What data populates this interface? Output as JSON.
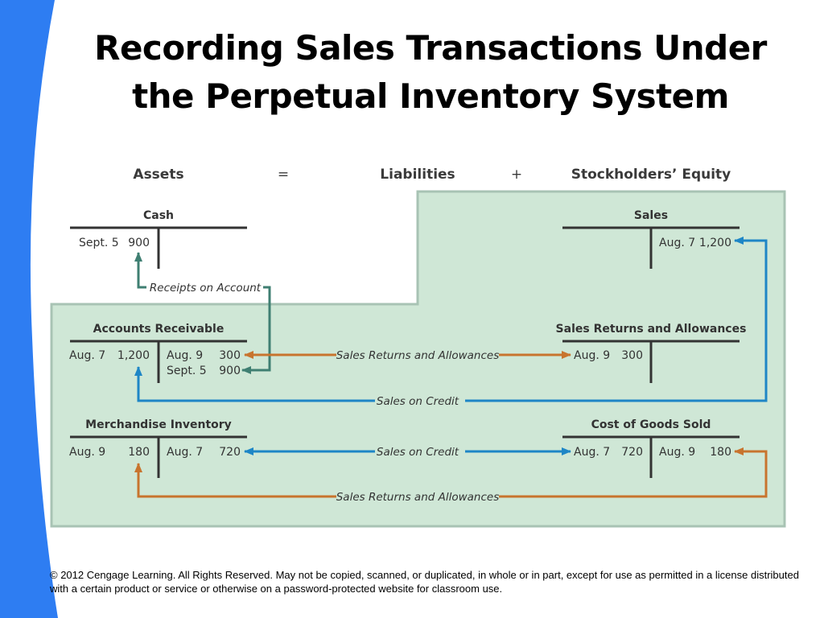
{
  "title": {
    "line1": "Recording Sales Transactions Under",
    "line2": "the Perpetual Inventory System"
  },
  "equation": {
    "assets": "Assets",
    "equals": "=",
    "liabilities": "Liabilities",
    "plus": "+",
    "equity": "Stockholders’ Equity"
  },
  "accounts": {
    "cash": {
      "name": "Cash",
      "debit": [
        {
          "date": "Sept. 5",
          "amount": "900"
        }
      ],
      "credit": []
    },
    "sales": {
      "name": "Sales",
      "debit": [],
      "credit": [
        {
          "date": "Aug. 7",
          "amount": "1,200"
        }
      ]
    },
    "accounts_receivable": {
      "name": "Accounts Receivable",
      "debit": [
        {
          "date": "Aug. 7",
          "amount": "1,200"
        }
      ],
      "credit": [
        {
          "date": "Aug. 9",
          "amount": "300"
        },
        {
          "date": "Sept. 5",
          "amount": "900"
        }
      ]
    },
    "sales_returns": {
      "name": "Sales Returns and Allowances",
      "debit": [
        {
          "date": "Aug. 9",
          "amount": "300"
        }
      ],
      "credit": []
    },
    "merchandise_inventory": {
      "name": "Merchandise Inventory",
      "debit": [
        {
          "date": "Aug. 9",
          "amount": "180"
        }
      ],
      "credit": [
        {
          "date": "Aug. 7",
          "amount": "720"
        }
      ]
    },
    "cogs": {
      "name": "Cost of Goods Sold",
      "debit": [
        {
          "date": "Aug. 7",
          "amount": "720"
        }
      ],
      "credit": [
        {
          "date": "Aug. 9",
          "amount": "180"
        }
      ]
    }
  },
  "flows": {
    "receipts": "Receipts on Account",
    "sra_top": "Sales Returns and Allowances",
    "credit_top": "Sales on Credit",
    "credit_mid": "Sales on Credit",
    "sra_bottom": "Sales Returns and Allowances"
  },
  "colors": {
    "green_panel": "#cfe7d6",
    "panel_border": "#a8c3b4",
    "blue_flow": "#1e86c6",
    "orange_flow": "#c8742e",
    "teal_flow": "#3f7f72",
    "left_band": "#2e7df2"
  },
  "footer": "© 2012 Cengage Learning. All Rights Reserved. May not be copied, scanned, or duplicated, in whole or in part, except for use as permitted in a license distributed with a certain product or service or otherwise on a password-protected website for classroom use."
}
